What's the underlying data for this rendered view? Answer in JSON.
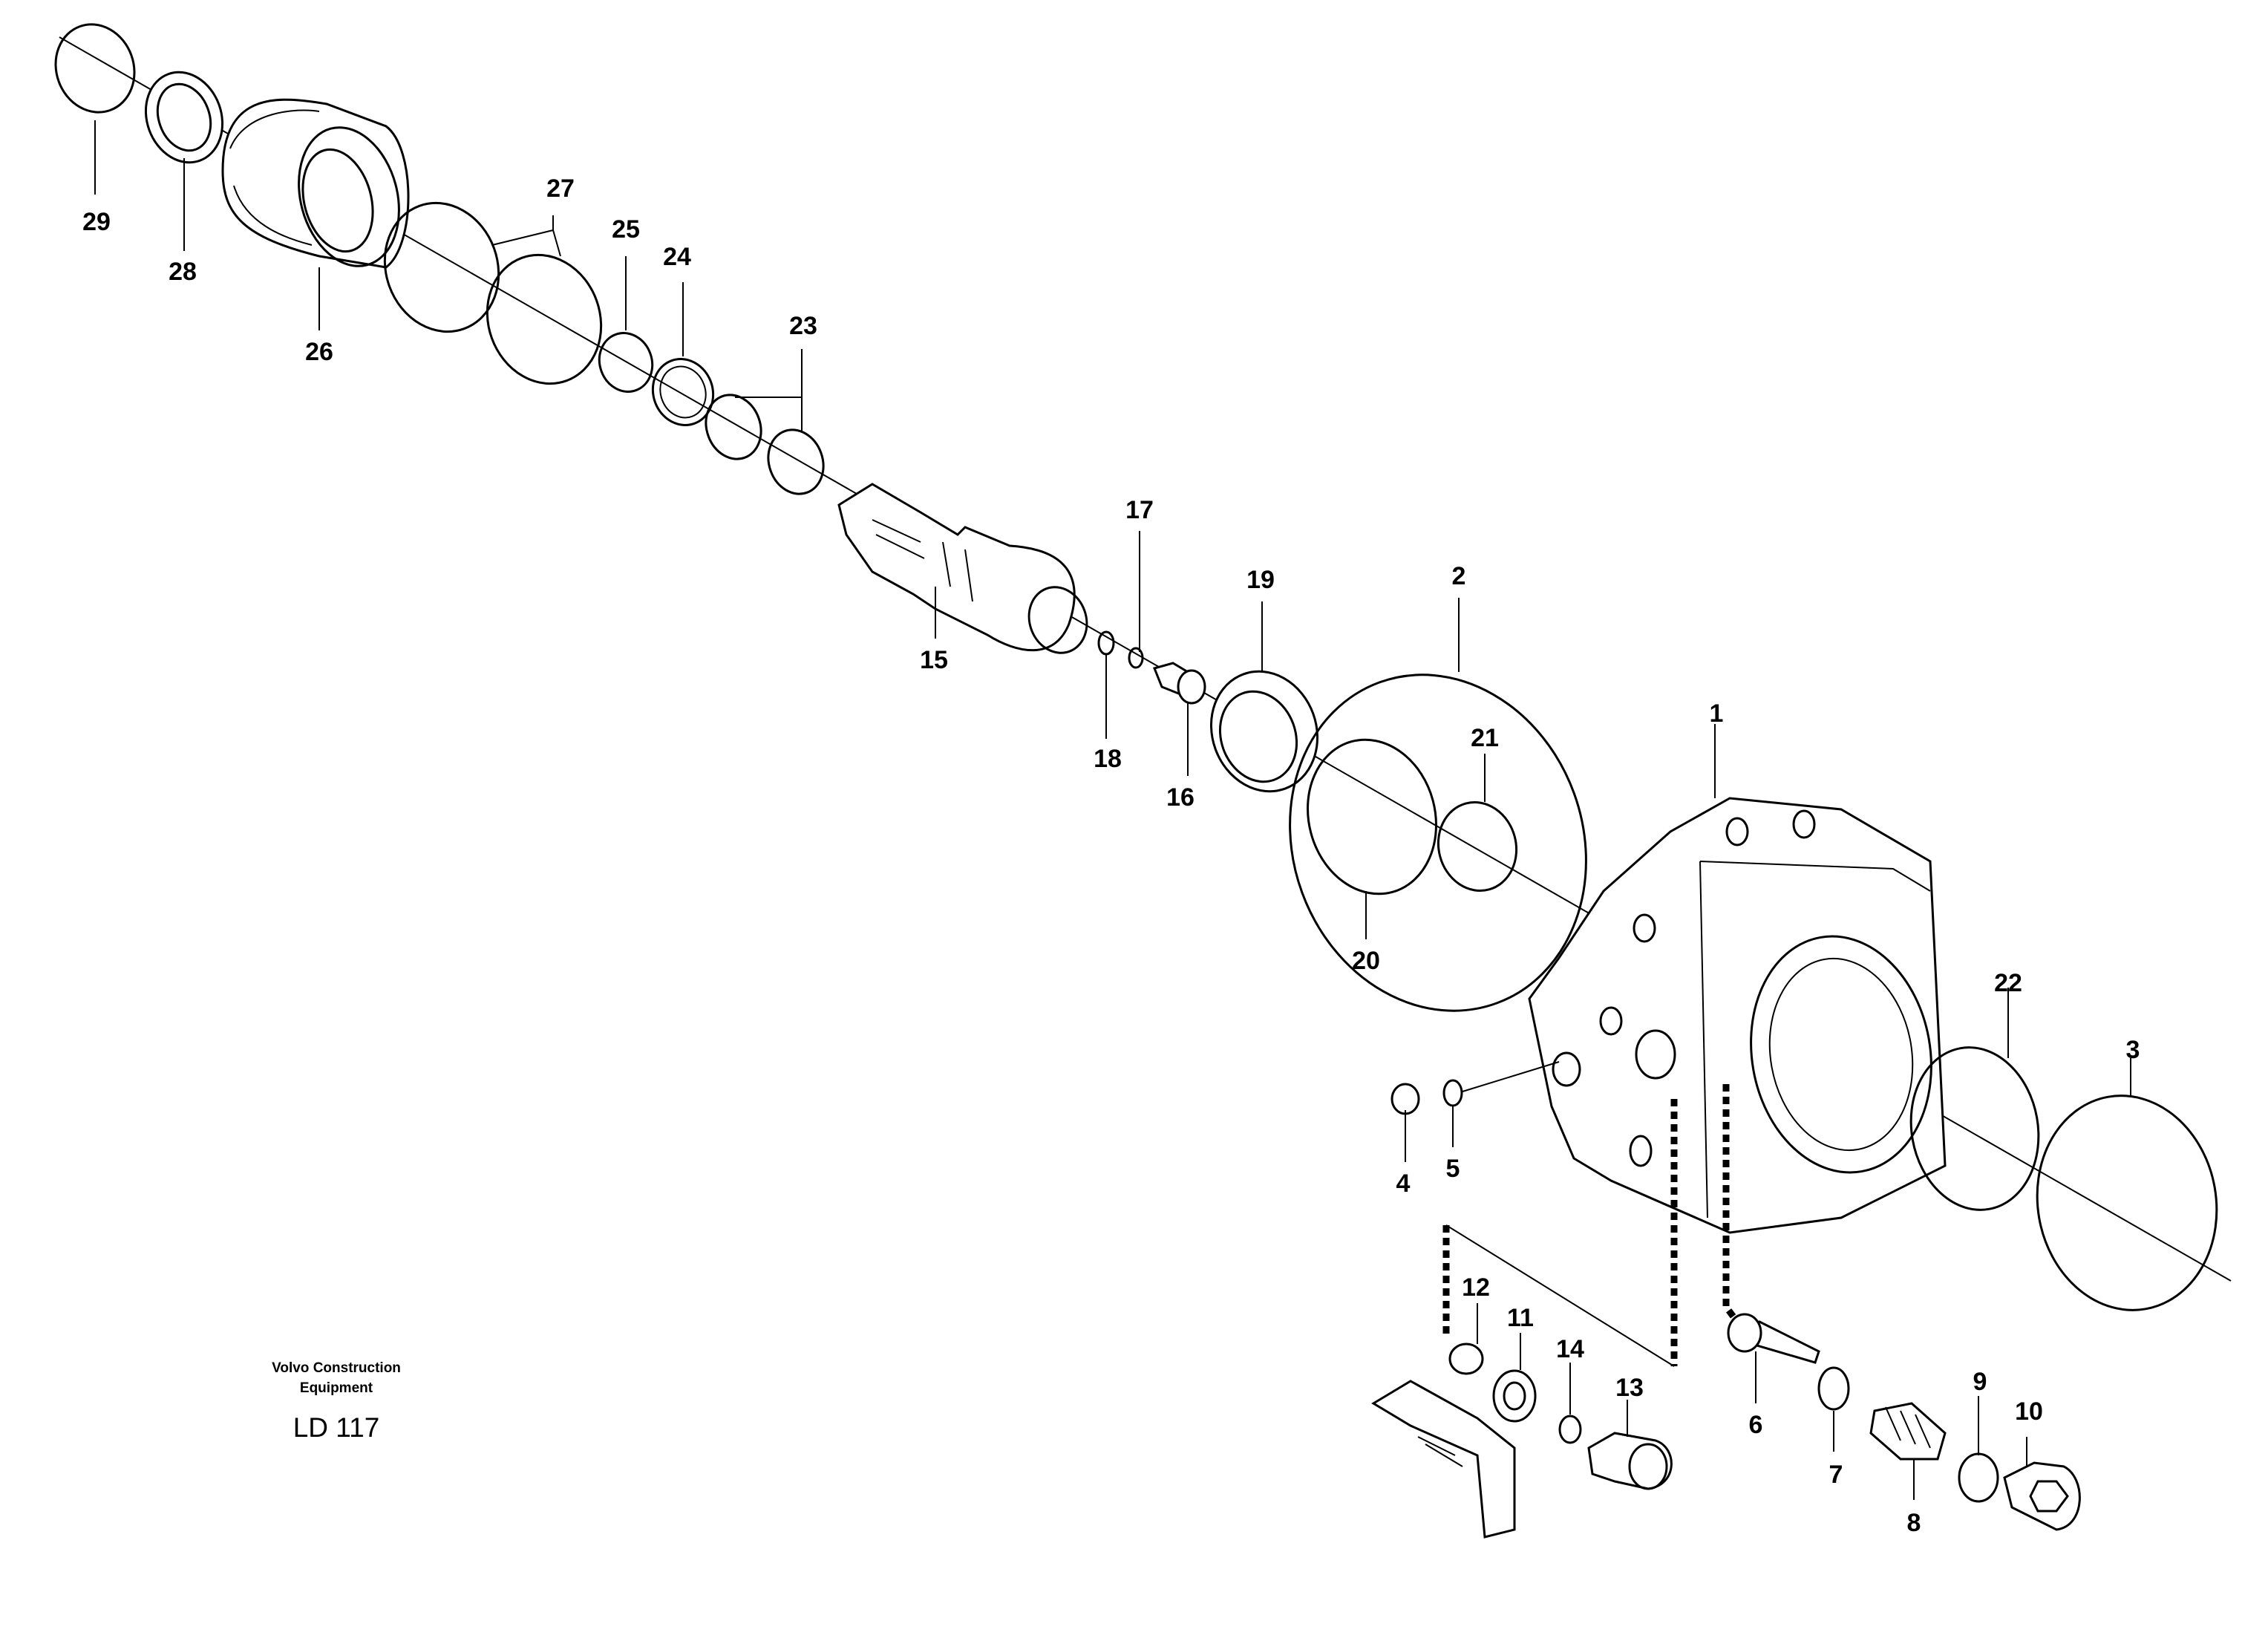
{
  "figure": {
    "manufacturer_line1": "Volvo Construction",
    "manufacturer_line2": "Equipment",
    "code": "LD 117"
  },
  "callouts": {
    "p1": "1",
    "p2": "2",
    "p3": "3",
    "p4": "4",
    "p5": "5",
    "p6": "6",
    "p7": "7",
    "p8": "8",
    "p9": "9",
    "p10": "10",
    "p11": "11",
    "p12": "12",
    "p13": "13",
    "p14": "14",
    "p15": "15",
    "p16": "16",
    "p17": "17",
    "p18": "18",
    "p19": "19",
    "p20": "20",
    "p21": "21",
    "p22": "22",
    "p23": "23",
    "p24": "24",
    "p25": "25",
    "p26": "26",
    "p27": "27",
    "p28": "28",
    "p29": "29"
  }
}
